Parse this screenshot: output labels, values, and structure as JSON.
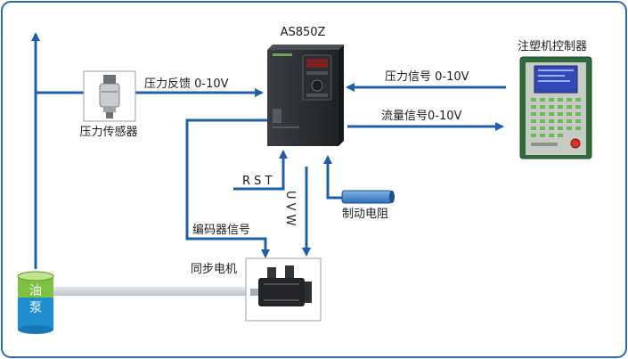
{
  "labels": {
    "inverter_model": "AS850Z",
    "controller": "注塑机控制器",
    "pressure_feedback": "压力反馈 0-10V",
    "pressure_sensor": "压力传感器",
    "pressure_signal": "压力信号 0-10V",
    "flow_signal": "流量信号0-10V",
    "rst": "R S T",
    "uvw": "U V W",
    "brake_resistor": "制动电阻",
    "encoder_signal": "编码器信号",
    "sync_motor": "同步电机",
    "pump_char1": "油",
    "pump_char2": "泵"
  },
  "colors": {
    "arrow": "#1f5fa8",
    "frame": "#2b6bb5",
    "pump_green": "#7fc241",
    "pump_blue": "#1f8fd0",
    "shaft": "#cfd3d6",
    "inverter_body": "#2c2f33",
    "controller_body": "#2f6b3a"
  },
  "icons": {
    "inverter": "inverter-drive-icon",
    "controller": "injection-molding-controller-icon",
    "sensor": "pressure-sensor-icon",
    "motor": "servo-motor-icon",
    "pump": "oil-pump-icon",
    "resistor": "brake-resistor-icon"
  }
}
